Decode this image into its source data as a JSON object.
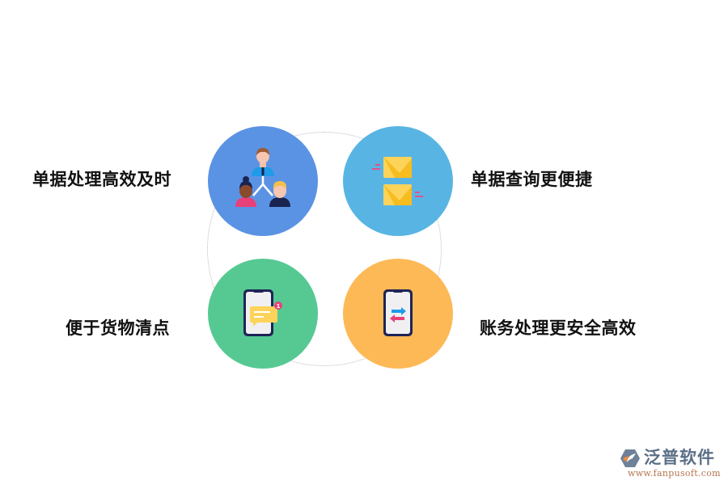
{
  "diagram": {
    "type": "four-feature-cycle",
    "features": [
      {
        "label": "单据处理高效及时",
        "icon": "team-hierarchy-icon",
        "color": "#5b93e4",
        "position": "top-left"
      },
      {
        "label": "单据查询更便捷",
        "icon": "envelopes-icon",
        "color": "#58b5e3",
        "position": "top-right"
      },
      {
        "label": "便于货物清点",
        "icon": "phone-message-icon",
        "color": "#56c993",
        "position": "bottom-left"
      },
      {
        "label": "账务处理更安全高效",
        "icon": "phone-transfer-icon",
        "color": "#fdb956",
        "position": "bottom-right"
      }
    ],
    "notification_count": "1"
  },
  "logo": {
    "name": "泛普软件",
    "url": "www.fanpusoft.com"
  }
}
